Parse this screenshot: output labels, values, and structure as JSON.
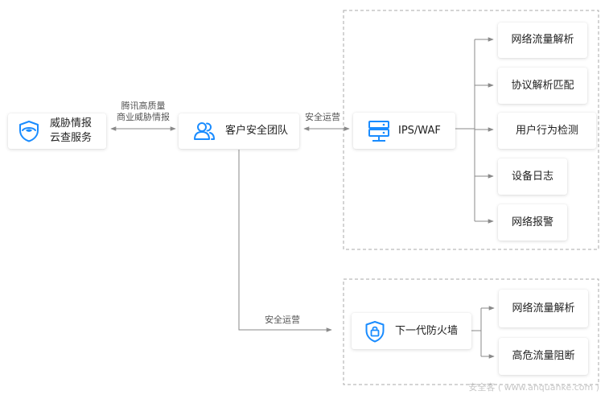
{
  "nodes": {
    "threat_intel": {
      "line1": "威胁情报",
      "line2": "云查服务"
    },
    "team": {
      "label": "客户安全团队"
    },
    "ipswaf": {
      "label": "IPS/WAF"
    },
    "firewall": {
      "label": "下一代防火墙"
    }
  },
  "ipswaf_features": [
    "网络流量解析",
    "协议解析匹配",
    "用户行为检测",
    "设备日志",
    "网络报警"
  ],
  "firewall_features": [
    "网络流量解析",
    "高危流量阻断"
  ],
  "edges": {
    "intel_team_line1": "腾讯高质量",
    "intel_team_line2": "商业威胁情报",
    "team_ipswaf": "安全运营",
    "team_firewall": "安全运营"
  },
  "colors": {
    "accent": "#1a8cff",
    "line": "#8a8a8a",
    "dash": "#a8a8a8"
  },
  "icons": {
    "intel": "shield-eye-icon",
    "team": "users-icon",
    "ipswaf": "server-icon",
    "firewall": "shield-lock-icon"
  },
  "watermark": "安全客 ( www.anquanke.com )"
}
